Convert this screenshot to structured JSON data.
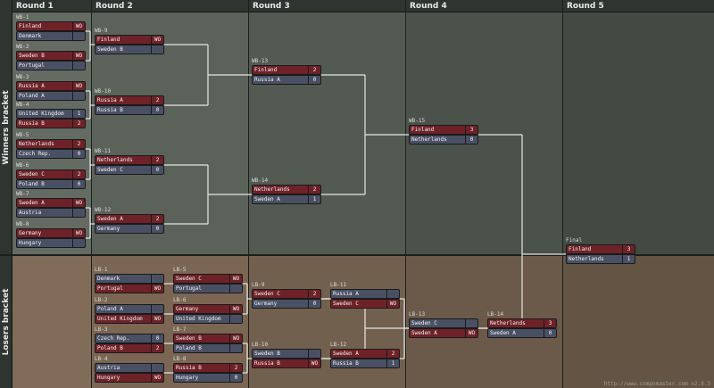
{
  "rounds": [
    "Round 1",
    "Round 2",
    "Round 3",
    "Round 4",
    "Round 5"
  ],
  "sections": {
    "winners": "Winners bracket",
    "losers": "Losers bracket"
  },
  "footer": "http://www.compomaster.com v2.9.3",
  "colors": {
    "win_slot": "#6e2228",
    "lose_slot": "#4a5064",
    "wb_bg": [
      "#646b62",
      "#5b625a",
      "#535a52",
      "#4b524b",
      "#434a44"
    ],
    "lb_bg": [
      "#806c58",
      "#7a6653",
      "#72604e",
      "#6b5a49",
      "#645444"
    ]
  },
  "matches": [
    {
      "id": "WB-1",
      "top": {
        "name": "Finland",
        "score": "WO",
        "win": true
      },
      "bottom": {
        "name": "Denmark",
        "score": "",
        "win": false
      }
    },
    {
      "id": "WB-2",
      "top": {
        "name": "Sweden B",
        "score": "WO",
        "win": true
      },
      "bottom": {
        "name": "Portugal",
        "score": "",
        "win": false
      }
    },
    {
      "id": "WB-3",
      "top": {
        "name": "Russia A",
        "score": "WO",
        "win": true
      },
      "bottom": {
        "name": "Poland A",
        "score": "",
        "win": false
      }
    },
    {
      "id": "WB-4",
      "top": {
        "name": "United Kingdom",
        "score": "1",
        "win": false
      },
      "bottom": {
        "name": "Russia B",
        "score": "2",
        "win": true
      }
    },
    {
      "id": "WB-5",
      "top": {
        "name": "Netherlands",
        "score": "2",
        "win": true
      },
      "bottom": {
        "name": "Czech Rep.",
        "score": "0",
        "win": false
      }
    },
    {
      "id": "WB-6",
      "top": {
        "name": "Sweden C",
        "score": "2",
        "win": true
      },
      "bottom": {
        "name": "Poland B",
        "score": "0",
        "win": false
      }
    },
    {
      "id": "WB-7",
      "top": {
        "name": "Sweden A",
        "score": "WO",
        "win": true
      },
      "bottom": {
        "name": "Austria",
        "score": "",
        "win": false
      }
    },
    {
      "id": "WB-8",
      "top": {
        "name": "Germany",
        "score": "WO",
        "win": true
      },
      "bottom": {
        "name": "Hungary",
        "score": "",
        "win": false
      }
    },
    {
      "id": "WB-9",
      "top": {
        "name": "Finland",
        "score": "WO",
        "win": true
      },
      "bottom": {
        "name": "Sweden B",
        "score": "",
        "win": false
      }
    },
    {
      "id": "WB-10",
      "top": {
        "name": "Russia A",
        "score": "2",
        "win": true
      },
      "bottom": {
        "name": "Russia B",
        "score": "0",
        "win": false
      }
    },
    {
      "id": "WB-11",
      "top": {
        "name": "Netherlands",
        "score": "2",
        "win": true
      },
      "bottom": {
        "name": "Sweden C",
        "score": "0",
        "win": false
      }
    },
    {
      "id": "WB-12",
      "top": {
        "name": "Sweden A",
        "score": "2",
        "win": true
      },
      "bottom": {
        "name": "Germany",
        "score": "0",
        "win": false
      }
    },
    {
      "id": "WB-13",
      "top": {
        "name": "Finland",
        "score": "2",
        "win": true
      },
      "bottom": {
        "name": "Russia A",
        "score": "0",
        "win": false
      }
    },
    {
      "id": "WB-14",
      "top": {
        "name": "Netherlands",
        "score": "2",
        "win": true
      },
      "bottom": {
        "name": "Sweden A",
        "score": "1",
        "win": false
      }
    },
    {
      "id": "WB-15",
      "top": {
        "name": "Finland",
        "score": "3",
        "win": true
      },
      "bottom": {
        "name": "Netherlands",
        "score": "0",
        "win": false
      }
    },
    {
      "id": "Final",
      "top": {
        "name": "Finland",
        "score": "3",
        "win": true
      },
      "bottom": {
        "name": "Netherlands",
        "score": "1",
        "win": false
      }
    },
    {
      "id": "LB-1",
      "top": {
        "name": "Denmark",
        "score": "",
        "win": false
      },
      "bottom": {
        "name": "Portugal",
        "score": "WO",
        "win": true
      }
    },
    {
      "id": "LB-2",
      "top": {
        "name": "Poland A",
        "score": "",
        "win": false
      },
      "bottom": {
        "name": "United Kingdom",
        "score": "WO",
        "win": true
      }
    },
    {
      "id": "LB-3",
      "top": {
        "name": "Czech Rep.",
        "score": "0",
        "win": false
      },
      "bottom": {
        "name": "Poland B",
        "score": "2",
        "win": true
      }
    },
    {
      "id": "LB-4",
      "top": {
        "name": "Austria",
        "score": "",
        "win": false
      },
      "bottom": {
        "name": "Hungary",
        "score": "WO",
        "win": true
      }
    },
    {
      "id": "LB-5",
      "top": {
        "name": "Sweden C",
        "score": "WO",
        "win": true
      },
      "bottom": {
        "name": "Portugal",
        "score": "",
        "win": false
      }
    },
    {
      "id": "LB-6",
      "top": {
        "name": "Germany",
        "score": "WO",
        "win": true
      },
      "bottom": {
        "name": "United Kingdom",
        "score": "",
        "win": false
      }
    },
    {
      "id": "LB-7",
      "top": {
        "name": "Sweden B",
        "score": "WO",
        "win": true
      },
      "bottom": {
        "name": "Poland B",
        "score": "",
        "win": false
      }
    },
    {
      "id": "LB-8",
      "top": {
        "name": "Russia B",
        "score": "2",
        "win": true
      },
      "bottom": {
        "name": "Hungary",
        "score": "0",
        "win": false
      }
    },
    {
      "id": "LB-9",
      "top": {
        "name": "Sweden C",
        "score": "2",
        "win": true
      },
      "bottom": {
        "name": "Germany",
        "score": "0",
        "win": false
      }
    },
    {
      "id": "LB-10",
      "top": {
        "name": "Sweden B",
        "score": "",
        "win": false
      },
      "bottom": {
        "name": "Russia B",
        "score": "WO",
        "win": true
      }
    },
    {
      "id": "LB-11",
      "top": {
        "name": "Russia A",
        "score": "",
        "win": false
      },
      "bottom": {
        "name": "Sweden C",
        "score": "WO",
        "win": true
      }
    },
    {
      "id": "LB-12",
      "top": {
        "name": "Sweden A",
        "score": "2",
        "win": true
      },
      "bottom": {
        "name": "Russia B",
        "score": "1",
        "win": false
      }
    },
    {
      "id": "LB-13",
      "top": {
        "name": "Sweden C",
        "score": "",
        "win": false
      },
      "bottom": {
        "name": "Sweden A",
        "score": "WO",
        "win": true
      }
    },
    {
      "id": "LB-14",
      "top": {
        "name": "Netherlands",
        "score": "3",
        "win": true
      },
      "bottom": {
        "name": "Sweden A",
        "score": "0",
        "win": false
      }
    }
  ]
}
